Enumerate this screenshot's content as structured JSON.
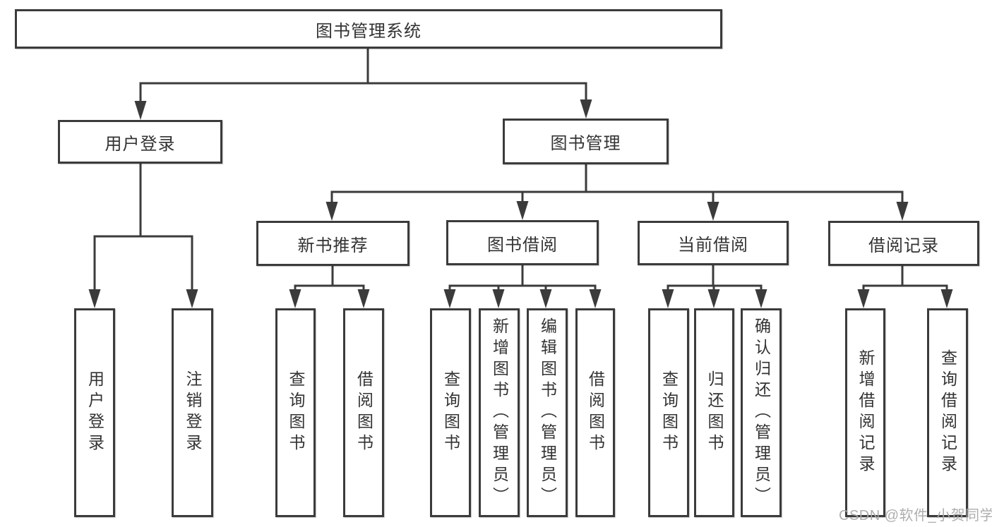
{
  "tree": {
    "root": "图书管理系统",
    "children": [
      {
        "label": "用户登录",
        "children": [
          "用户登录",
          "注销登录"
        ]
      },
      {
        "label": "图书管理",
        "children": [
          {
            "label": "新书推荐",
            "children": [
              "查询图书",
              "借阅图书"
            ]
          },
          {
            "label": "图书借阅",
            "children": [
              "查询图书",
              "新增图书（管理员）",
              "编辑图书（管理员）",
              "借阅图书"
            ]
          },
          {
            "label": "当前借阅",
            "children": [
              "查询图书",
              "归还图书",
              "确认归还（管理员）"
            ]
          },
          {
            "label": "借阅记录",
            "children": [
              "新增借阅记录",
              "查询借阅记录"
            ]
          }
        ]
      }
    ]
  },
  "watermark": {
    "text": "CSDN @软件_小贺同学"
  },
  "colors": {
    "line": "#3b3b3b",
    "box_border": "#3b3b3b",
    "text": "#333333",
    "watermark": "#aaaaaa",
    "background": "#ffffff"
  }
}
